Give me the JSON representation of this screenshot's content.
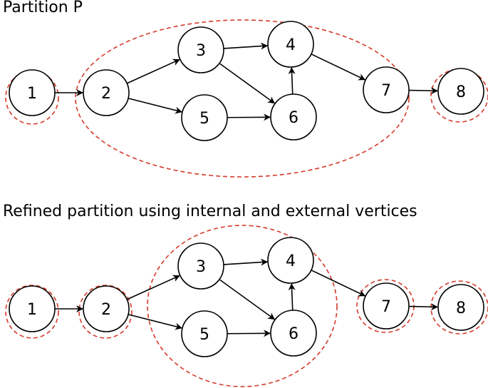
{
  "diagrams": [
    {
      "title": "Partition P",
      "nodes": [
        {
          "id": 1,
          "label": "1"
        },
        {
          "id": 2,
          "label": "2"
        },
        {
          "id": 3,
          "label": "3"
        },
        {
          "id": 4,
          "label": "4"
        },
        {
          "id": 5,
          "label": "5"
        },
        {
          "id": 6,
          "label": "6"
        },
        {
          "id": 7,
          "label": "7"
        },
        {
          "id": 8,
          "label": "8"
        }
      ],
      "edges": [
        [
          1,
          2
        ],
        [
          2,
          3
        ],
        [
          2,
          5
        ],
        [
          3,
          4
        ],
        [
          3,
          6
        ],
        [
          5,
          6
        ],
        [
          6,
          4
        ],
        [
          4,
          7
        ],
        [
          7,
          8
        ]
      ],
      "partitions": [
        [
          1
        ],
        [
          2,
          3,
          4,
          5,
          6,
          7
        ],
        [
          8
        ]
      ]
    },
    {
      "title": "Refined partition using internal and external vertices",
      "nodes": [
        {
          "id": 1,
          "label": "1"
        },
        {
          "id": 2,
          "label": "2"
        },
        {
          "id": 3,
          "label": "3"
        },
        {
          "id": 4,
          "label": "4"
        },
        {
          "id": 5,
          "label": "5"
        },
        {
          "id": 6,
          "label": "6"
        },
        {
          "id": 7,
          "label": "7"
        },
        {
          "id": 8,
          "label": "8"
        }
      ],
      "edges": [
        [
          1,
          2
        ],
        [
          2,
          3
        ],
        [
          2,
          5
        ],
        [
          3,
          4
        ],
        [
          3,
          6
        ],
        [
          5,
          6
        ],
        [
          6,
          4
        ],
        [
          4,
          7
        ],
        [
          7,
          8
        ]
      ],
      "partitions": [
        [
          1
        ],
        [
          2
        ],
        [
          3,
          4,
          5,
          6
        ],
        [
          7
        ],
        [
          8
        ]
      ]
    }
  ],
  "colors": {
    "partition_boundary": "#d43a2a",
    "node_stroke": "#000000",
    "edge": "#000000"
  }
}
